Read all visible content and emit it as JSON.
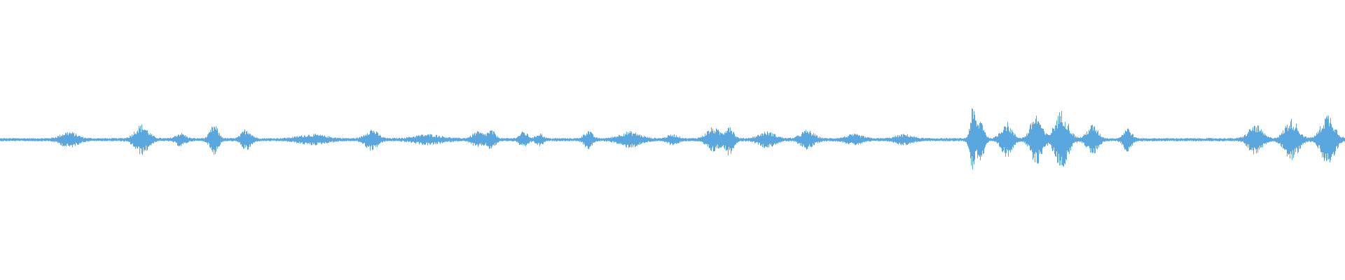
{
  "waveform": {
    "color": "#5aa7df",
    "background": "#ffffff",
    "amplitude_scale": 1.0,
    "baseline_noise": 0.012,
    "bursts": [
      {
        "t": 0.051,
        "w": 0.012,
        "a": 0.05
      },
      {
        "t": 0.105,
        "w": 0.01,
        "a": 0.1
      },
      {
        "t": 0.134,
        "w": 0.007,
        "a": 0.04
      },
      {
        "t": 0.159,
        "w": 0.006,
        "a": 0.1
      },
      {
        "t": 0.183,
        "w": 0.007,
        "a": 0.07
      },
      {
        "t": 0.232,
        "w": 0.02,
        "a": 0.03
      },
      {
        "t": 0.276,
        "w": 0.009,
        "a": 0.07
      },
      {
        "t": 0.318,
        "w": 0.02,
        "a": 0.03
      },
      {
        "t": 0.355,
        "w": 0.008,
        "a": 0.05
      },
      {
        "t": 0.365,
        "w": 0.006,
        "a": 0.06
      },
      {
        "t": 0.389,
        "w": 0.006,
        "a": 0.05
      },
      {
        "t": 0.401,
        "w": 0.005,
        "a": 0.04
      },
      {
        "t": 0.437,
        "w": 0.006,
        "a": 0.06
      },
      {
        "t": 0.468,
        "w": 0.015,
        "a": 0.05
      },
      {
        "t": 0.5,
        "w": 0.008,
        "a": 0.03
      },
      {
        "t": 0.53,
        "w": 0.01,
        "a": 0.08
      },
      {
        "t": 0.542,
        "w": 0.006,
        "a": 0.1
      },
      {
        "t": 0.57,
        "w": 0.012,
        "a": 0.05
      },
      {
        "t": 0.6,
        "w": 0.01,
        "a": 0.06
      },
      {
        "t": 0.635,
        "w": 0.012,
        "a": 0.03
      },
      {
        "t": 0.672,
        "w": 0.012,
        "a": 0.03
      },
      {
        "t": 0.723,
        "w": 0.004,
        "a": 0.22
      },
      {
        "t": 0.729,
        "w": 0.005,
        "a": 0.14
      },
      {
        "t": 0.748,
        "w": 0.008,
        "a": 0.12
      },
      {
        "t": 0.77,
        "w": 0.008,
        "a": 0.18
      },
      {
        "t": 0.789,
        "w": 0.01,
        "a": 0.2
      },
      {
        "t": 0.812,
        "w": 0.008,
        "a": 0.1
      },
      {
        "t": 0.838,
        "w": 0.006,
        "a": 0.08
      },
      {
        "t": 0.933,
        "w": 0.01,
        "a": 0.1
      },
      {
        "t": 0.96,
        "w": 0.01,
        "a": 0.14
      },
      {
        "t": 0.987,
        "w": 0.01,
        "a": 0.18
      }
    ]
  }
}
